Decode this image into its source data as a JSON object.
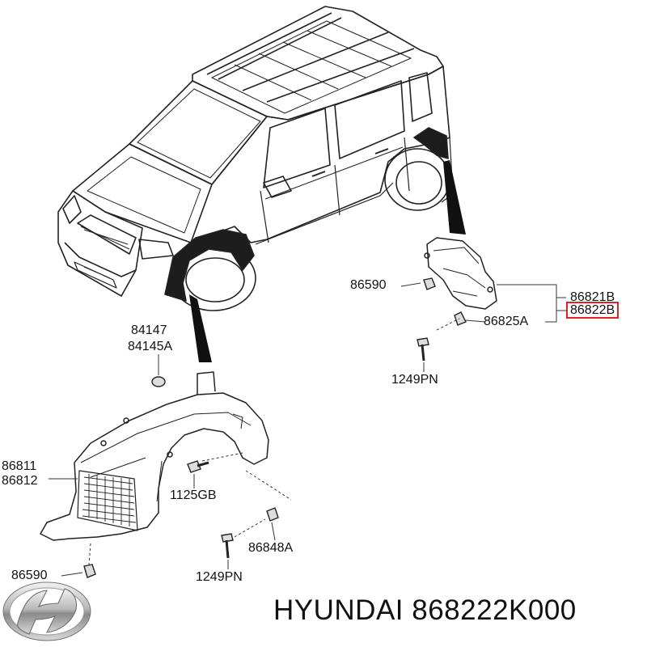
{
  "labels": {
    "p86590_top": "86590",
    "p86821B": "86821B",
    "p86822B": "86822B",
    "p86825A": "86825A",
    "p1249PN_top": "1249PN",
    "p84147": "84147",
    "p84145A": "84145A",
    "p86811": "86811",
    "p86812": "86812",
    "p1125GB": "1125GB",
    "p86848A": "86848A",
    "p86590_bottom": "86590",
    "p1249PN_bottom": "1249PN"
  },
  "highlight_color": "#e0202a",
  "brand": {
    "text": "HYUNDAI 868222K000",
    "logo_icon": "hyundai-logo"
  }
}
